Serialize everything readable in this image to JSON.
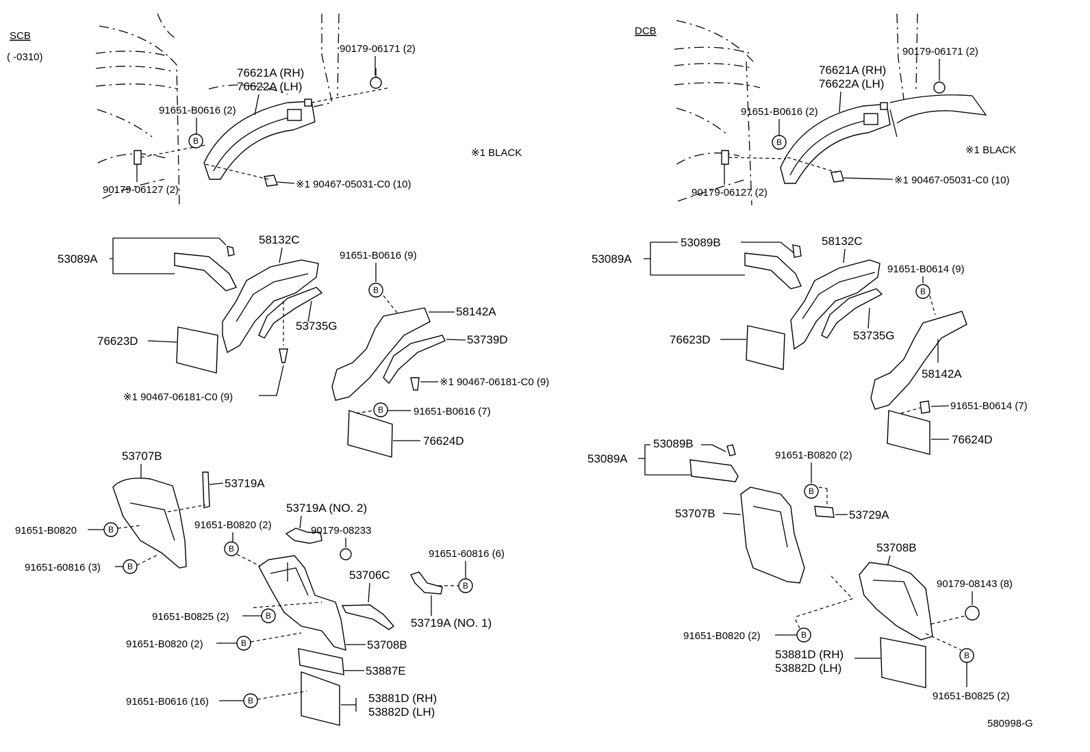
{
  "sections": {
    "left_title": "SCB",
    "left_range": "(         -0310)",
    "right_title": "DCB"
  },
  "notes": {
    "left_black": "※1  BLACK",
    "right_black": "※1  BLACK"
  },
  "circle_label": "B",
  "figure_code": "580998-G",
  "labels": {
    "l_90179_06171": "90179-06171 (2)",
    "l_76621A": "76621A (RH)",
    "l_76622A": "76622A (LH)",
    "l_91651_B0616_2": "91651-B0616 (2)",
    "l_90179_06127": "90179-06127 (2)",
    "l_90467_05031": "※1  90467-05031-C0 (10)",
    "l_53089A": "53089A",
    "l_58132C": "58132C",
    "l_91651_B0616_9": "91651-B0616 (9)",
    "l_58142A": "58142A",
    "l_53735G": "53735G",
    "l_53739D": "53739D",
    "l_76623D": "76623D",
    "l_90467_06181_a": "※1  90467-06181-C0 (9)",
    "l_90467_06181_b": "※1  90467-06181-C0 (9)",
    "l_91651_B0616_7": "91651-B0616 (7)",
    "l_76624D": "76624D",
    "l_53707B": "53707B",
    "l_53719A": "53719A",
    "l_53719A_no2": "53719A (NO. 2)",
    "l_91651_B0820": "91651-B0820",
    "l_91651_B0820_2a": "91651-B0820 (2)",
    "l_90179_08233": "90179-08233",
    "l_91651_60816_3": "91651-60816 (3)",
    "l_91651_60816_6": "91651-60816 (6)",
    "l_53706C": "53706C",
    "l_91651_B0825_2": "91651-B0825 (2)",
    "l_53719A_no1": "53719A (NO. 1)",
    "l_91651_B0820_2b": "91651-B0820 (2)",
    "l_53708B": "53708B",
    "l_53887E": "53887E",
    "l_91651_B0616_16": "91651-B0616 (16)",
    "l_53881D": "53881D (RH)",
    "l_53882D": "53882D (LH)",
    "r_90179_06171": "90179-06171 (2)",
    "r_76621A": "76621A (RH)",
    "r_76622A": "76622A (LH)",
    "r_91651_B0616_2": "91651-B0616 (2)",
    "r_90179_06127": "90179-06127 (2)",
    "r_90467_05031": "※1  90467-05031-C0 (10)",
    "r_53089B_top": "53089B",
    "r_53089A_top": "53089A",
    "r_58132C": "58132C",
    "r_91651_B0614_9": "91651-B0614 (9)",
    "r_76623D": "76623D",
    "r_53735G": "53735G",
    "r_58142A": "58142A",
    "r_91651_B0614_7": "91651-B0614 (7)",
    "r_76624D": "76624D",
    "r_53089B_bot": "53089B",
    "r_53089A_bot": "53089A",
    "r_91651_B0820_2a": "91651-B0820 (2)",
    "r_53729A": "53729A",
    "r_53707B": "53707B",
    "r_53708B": "53708B",
    "r_90179_08143": "90179-08143 (8)",
    "r_91651_B0820_2b": "91651-B0820 (2)",
    "r_53881D": "53881D (RH)",
    "r_53882D": "53882D (LH)",
    "r_91651_B0825_2": "91651-B0825 (2)"
  }
}
